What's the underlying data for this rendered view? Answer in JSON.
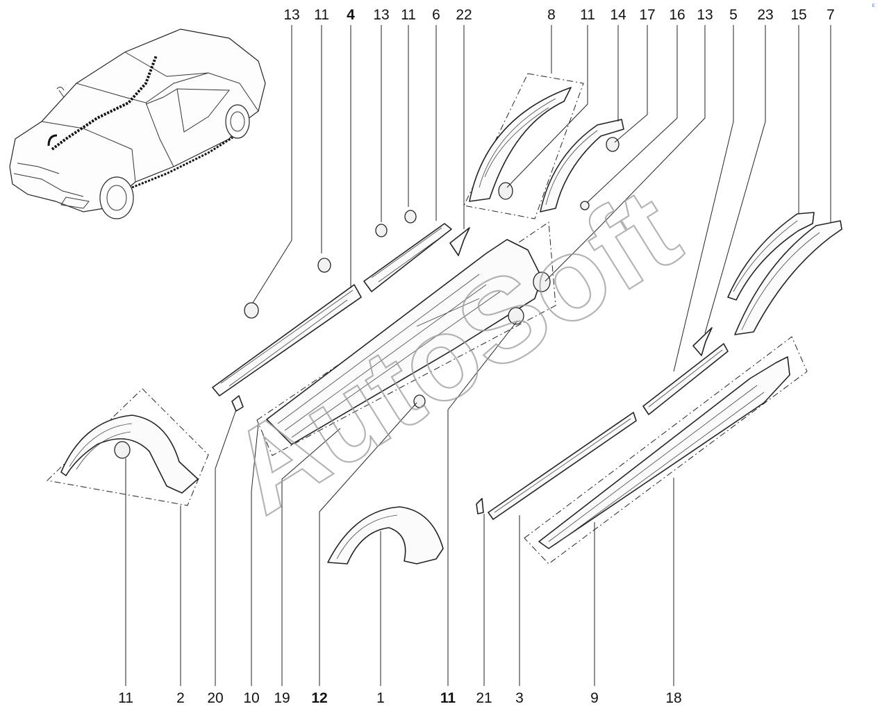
{
  "watermark": "AutoSoft",
  "corner_mark": "ᴱ",
  "callouts_top": [
    {
      "label": "13",
      "bold": false
    },
    {
      "label": "11",
      "bold": false
    },
    {
      "label": "4",
      "bold": true
    },
    {
      "label": "13",
      "bold": false
    },
    {
      "label": "11",
      "bold": false
    },
    {
      "label": "6",
      "bold": false
    },
    {
      "label": "22",
      "bold": false
    },
    {
      "label": "8",
      "bold": false
    },
    {
      "label": "11",
      "bold": false
    },
    {
      "label": "14",
      "bold": false
    },
    {
      "label": "17",
      "bold": false
    },
    {
      "label": "16",
      "bold": false
    },
    {
      "label": "13",
      "bold": false
    },
    {
      "label": "5",
      "bold": false
    },
    {
      "label": "23",
      "bold": false
    },
    {
      "label": "15",
      "bold": false
    },
    {
      "label": "7",
      "bold": false
    }
  ],
  "callouts_bottom": [
    {
      "label": "11",
      "bold": false
    },
    {
      "label": "2",
      "bold": false
    },
    {
      "label": "20",
      "bold": false
    },
    {
      "label": "10",
      "bold": false
    },
    {
      "label": "19",
      "bold": false
    },
    {
      "label": "12",
      "bold": true
    },
    {
      "label": "1",
      "bold": false
    },
    {
      "label": "11",
      "bold": true
    },
    {
      "label": "21",
      "bold": false
    },
    {
      "label": "3",
      "bold": false
    },
    {
      "label": "9",
      "bold": false
    },
    {
      "label": "18",
      "bold": false
    }
  ]
}
